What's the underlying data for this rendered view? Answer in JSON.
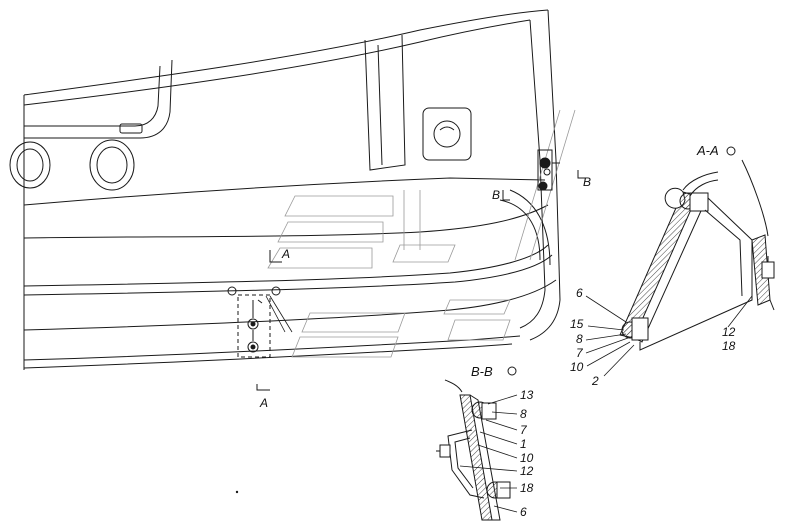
{
  "sections": {
    "a_a": "A-A",
    "b_b": "B-B",
    "marker_a_left": "A",
    "marker_a_bottom": "A",
    "marker_b_left": "B",
    "marker_b_right": "B"
  },
  "callouts_a_a": {
    "p6": "6",
    "p15": "15",
    "p8": "8",
    "p7": "7",
    "p10": "10",
    "p2": "2",
    "p12": "12",
    "p18": "18"
  },
  "callouts_b_b": {
    "p13": "13",
    "p8": "8",
    "p7": "7",
    "p1": "1",
    "p10": "10",
    "p12": "12",
    "p18": "18",
    "p6": "6"
  },
  "colors": {
    "line": "#1a1a1a",
    "hatch": "#444444",
    "ghost": "#9a9a9a"
  }
}
